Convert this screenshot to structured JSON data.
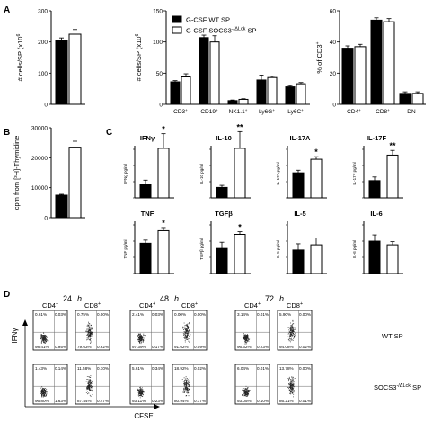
{
  "panels": {
    "A": "A",
    "B": "B",
    "C": "C",
    "D": "D"
  },
  "legend": {
    "wt": "G-CSF WT SP",
    "socs_main": "G-CSF SOCS3",
    "socs_sup": "-/ΔLck",
    "socs_tail": " SP"
  },
  "chart_data": [
    {
      "id": "A1",
      "type": "bar",
      "ylabel": "# cells/SP (x10^6)",
      "ylim": [
        0,
        300
      ],
      "yticks": [
        0,
        100,
        200,
        300
      ],
      "categories": [
        ""
      ],
      "series": [
        {
          "name": "G-CSF WT SP",
          "values": [
            205
          ],
          "err": [
            8
          ]
        },
        {
          "name": "G-CSF SOCS3-/ΔLck SP",
          "values": [
            225
          ],
          "err": [
            15
          ]
        }
      ]
    },
    {
      "id": "A2",
      "type": "bar",
      "ylabel": "# cells/SP (x10^6)",
      "ylim": [
        0,
        150
      ],
      "yticks": [
        0,
        50,
        100,
        150
      ],
      "categories": [
        "CD3+",
        "CD19+",
        "NK1.1+",
        "Ly6G+",
        "Ly6C+"
      ],
      "series": [
        {
          "name": "G-CSF WT SP",
          "values": [
            36,
            107,
            6,
            39,
            28
          ],
          "err": [
            2,
            4,
            1,
            8,
            2
          ]
        },
        {
          "name": "G-CSF SOCS3-/ΔLck SP",
          "values": [
            44,
            100,
            8,
            43,
            33
          ],
          "err": [
            5,
            10,
            1,
            2,
            2
          ]
        }
      ]
    },
    {
      "id": "A3",
      "type": "bar",
      "ylabel": "% of CD3+",
      "ylim": [
        0,
        60
      ],
      "yticks": [
        0,
        20,
        40,
        60
      ],
      "categories": [
        "CD4+",
        "CD8+",
        "DN"
      ],
      "series": [
        {
          "name": "G-CSF WT SP",
          "values": [
            36,
            54,
            7
          ],
          "err": [
            1.5,
            1.5,
            1
          ]
        },
        {
          "name": "G-CSF SOCS3-/ΔLck SP",
          "values": [
            37,
            53,
            7
          ],
          "err": [
            1.5,
            2,
            1
          ]
        }
      ]
    },
    {
      "id": "B",
      "type": "bar",
      "ylabel": "cpm from [3H]-Thymidine",
      "ylim": [
        0,
        30000
      ],
      "yticks": [
        0,
        10000,
        20000,
        30000
      ],
      "categories": [
        ""
      ],
      "series": [
        {
          "name": "G-CSF WT SP",
          "values": [
            7500
          ],
          "err": [
            300
          ]
        },
        {
          "name": "G-CSF SOCS3-/ΔLck SP",
          "values": [
            23500
          ],
          "err": [
            2000
          ]
        }
      ]
    },
    {
      "id": "C-IFN",
      "type": "bar",
      "title": "IFNγ",
      "ylabel": "IFNg pg/ml",
      "sig": "*",
      "ylim": [
        0,
        1
      ],
      "values": [
        0.26,
        0.95
      ],
      "err": [
        0.08,
        0.28
      ]
    },
    {
      "id": "C-IL10",
      "type": "bar",
      "title": "IL-10",
      "ylabel": "IL-10 pg/ml",
      "sig": "**",
      "ylim": [
        0,
        1
      ],
      "values": [
        0.2,
        0.95
      ],
      "err": [
        0.04,
        0.32
      ]
    },
    {
      "id": "C-IL17A",
      "type": "bar",
      "title": "IL-17A",
      "ylabel": "IL-17A pg/ml",
      "sig": "*",
      "ylim": [
        0,
        1
      ],
      "values": [
        0.48,
        0.74
      ],
      "err": [
        0.05,
        0.05
      ]
    },
    {
      "id": "C-IL17F",
      "type": "bar",
      "title": "IL-17F",
      "ylabel": "IL-17F pg/ml",
      "sig": "**",
      "ylim": [
        0,
        1
      ],
      "values": [
        0.33,
        0.82
      ],
      "err": [
        0.07,
        0.09
      ]
    },
    {
      "id": "C-TNF",
      "type": "bar",
      "title": "TNF",
      "ylabel": "TNF pg/ml",
      "sig": "*",
      "ylim": [
        0,
        1
      ],
      "values": [
        0.58,
        0.82
      ],
      "err": [
        0.06,
        0.06
      ]
    },
    {
      "id": "C-TGFb",
      "type": "bar",
      "title": "TGFβ",
      "ylabel": "TGFβ pg/ml",
      "sig": "*",
      "ylim": [
        0,
        1
      ],
      "values": [
        0.48,
        0.75
      ],
      "err": [
        0.12,
        0.05
      ]
    },
    {
      "id": "C-IL5",
      "type": "bar",
      "title": "IL-5",
      "ylabel": "IL-5 pg/ml",
      "sig": "",
      "ylim": [
        0,
        1
      ],
      "values": [
        0.45,
        0.55
      ],
      "err": [
        0.12,
        0.13
      ]
    },
    {
      "id": "C-IL6",
      "type": "bar",
      "title": "IL-6",
      "ylabel": "IL-6 pg/ml",
      "sig": "",
      "ylim": [
        0,
        1
      ],
      "values": [
        0.62,
        0.55
      ],
      "err": [
        0.12,
        0.06
      ]
    }
  ],
  "flow": {
    "times": [
      "24 h",
      "48 h",
      "72 h"
    ],
    "cell_types": [
      "CD4+",
      "CD8+"
    ],
    "rows": [
      "WT SP",
      "SOCS3-/ΔLck SP"
    ],
    "x_label": "CFSE",
    "y_label": "IFNγ",
    "quadrants": [
      [
        [
          "0.61%",
          "0.03%",
          "98.41%",
          "0.95%"
        ],
        [
          "0.75%",
          "0.00%",
          "79.63%",
          "0.62%"
        ],
        [
          "2.41%",
          "0.03%",
          "97.39%",
          "0.17%"
        ],
        [
          "0.00%",
          "0.00%",
          "91.62%",
          "0.09%"
        ],
        [
          "3.14%",
          "0.01%",
          "96.62%",
          "0.23%"
        ],
        [
          "5.90%",
          "0.00%",
          "94.08%",
          "0.02%"
        ]
      ],
      [
        [
          "1.43%",
          "0.14%",
          "96.80%",
          "1.63%"
        ],
        [
          "11.58%",
          "0.10%",
          "87.44%",
          "0.47%"
        ],
        [
          "5.61%",
          "0.34%",
          "93.11%",
          "0.23%"
        ],
        [
          "18.92%",
          "0.02%",
          "80.94%",
          "0.17%"
        ],
        [
          "6.04%",
          "0.01%",
          "93.05%",
          "0.10%"
        ],
        [
          "13.78%",
          "0.00%",
          "86.21%",
          "0.01%"
        ]
      ]
    ]
  }
}
